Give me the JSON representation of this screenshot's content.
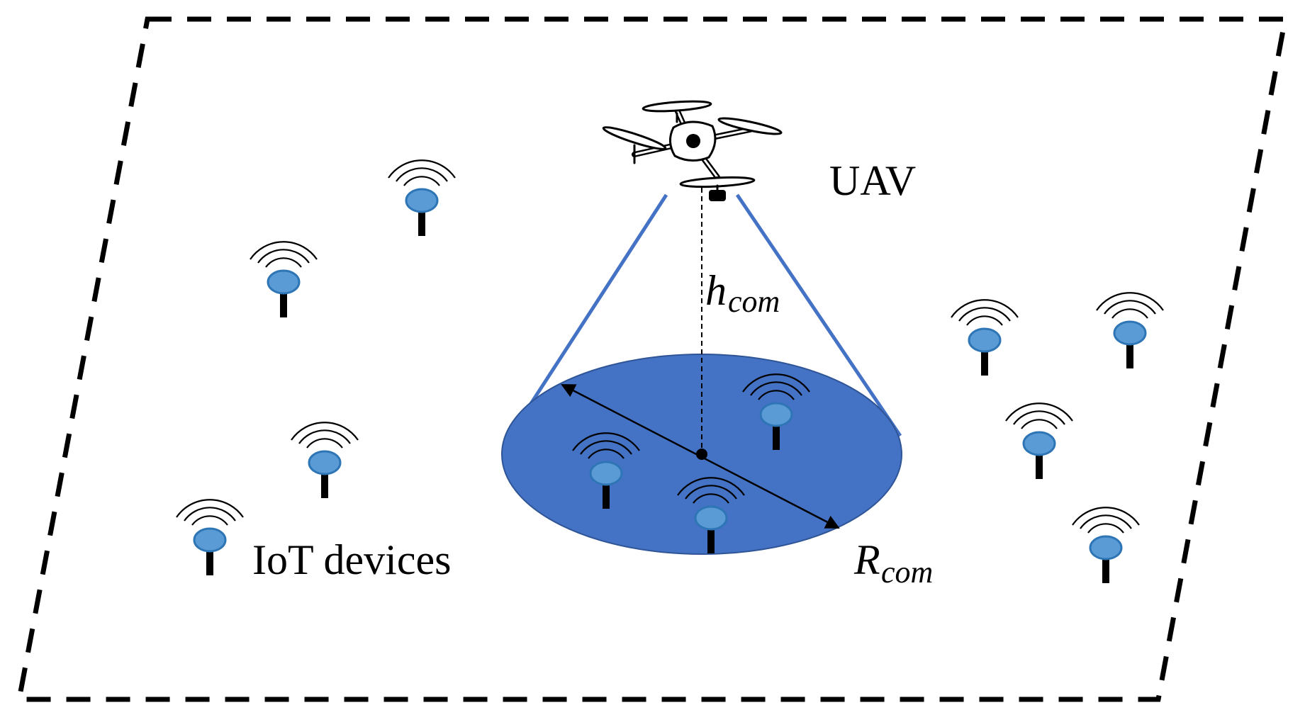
{
  "labels": {
    "uav": "UAV",
    "iot_devices": "IoT devices",
    "height_symbol": "h",
    "height_subscript": "com",
    "radius_symbol": "R",
    "radius_subscript": "com"
  },
  "colors": {
    "coverage_fill": "#4472C4",
    "coverage_stroke": "#2F5597",
    "beam_line": "#4472C4",
    "device_head": "#5B9BD5",
    "device_head_stroke": "#2E75B6",
    "boundary": "#000000",
    "text": "#000000"
  },
  "icons": {
    "uav": "quadcopter-drone-icon",
    "device": "iot-antenna-icon"
  }
}
